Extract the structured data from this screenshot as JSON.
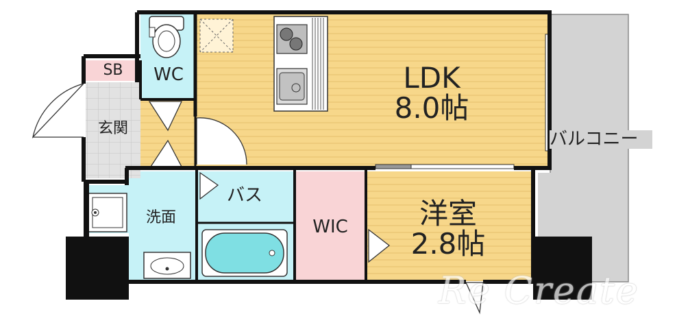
{
  "rooms": {
    "ldk": {
      "name": "LDK",
      "size": "8.0帖"
    },
    "western": {
      "name": "洋室",
      "size": "2.8帖"
    },
    "wc": "WC",
    "sb": "SB",
    "entrance": "玄関",
    "washroom": "洗面",
    "bath": "バス",
    "wic": "WIC",
    "balcony": "バルコニー"
  },
  "watermark": "Re Create",
  "colors": {
    "wood": "#f7d78a",
    "wood_stripe": "#e9c373",
    "wet_area": "#c6f2f7",
    "wic": "#f9d4d6",
    "sb": "#f9d4d6",
    "balcony": "#d3d3d3",
    "wall": "#111111"
  },
  "icons": [
    "toilet-icon",
    "stove-icon",
    "sink-icon",
    "bathtub-icon",
    "washer-icon",
    "wash-basin-icon",
    "door-swing-icon"
  ]
}
